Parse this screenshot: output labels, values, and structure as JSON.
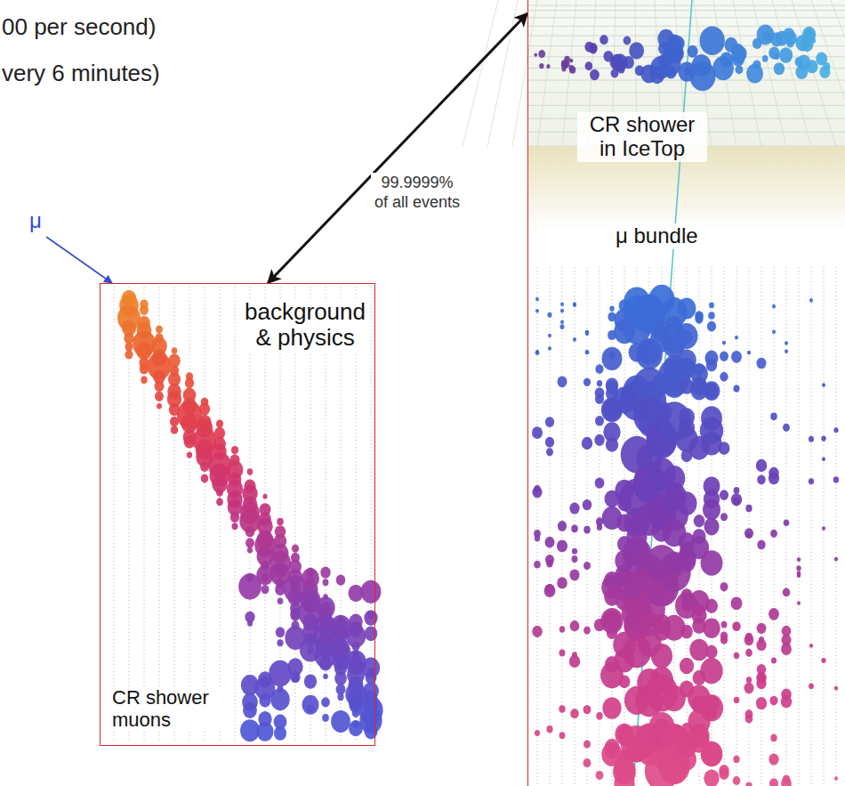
{
  "diagram": {
    "nodes": [
      {
        "text": [
          "background & physics",
          "CR shower muons"
        ]
      },
      {
        "text": [
          "CR shower in IceTop",
          "μ bundle"
        ]
      }
    ],
    "edges": [
      {
        "from": 0,
        "to": 1,
        "arrow": "both",
        "label": "99.9999% of all events"
      }
    ],
    "labels": [
      "00 per second)",
      "very 6 minutes)",
      "μ"
    ]
  }
}
